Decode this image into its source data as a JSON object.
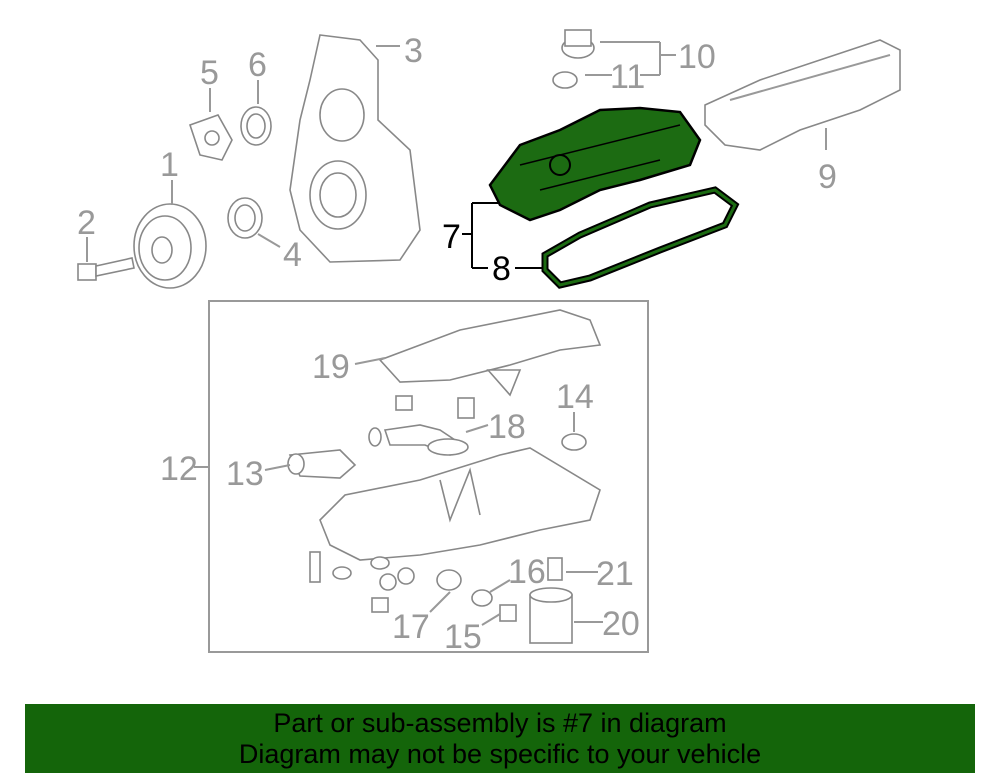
{
  "diagram": {
    "callouts": {
      "c1": "1",
      "c2": "2",
      "c3": "3",
      "c4": "4",
      "c5": "5",
      "c6": "6",
      "c7": "7",
      "c8": "8",
      "c9": "9",
      "c10": "10",
      "c11": "11",
      "c12": "12",
      "c13": "13",
      "c14": "14",
      "c15": "15",
      "c16": "16",
      "c17": "17",
      "c18": "18",
      "c19": "19",
      "c20": "20",
      "c21": "21"
    },
    "highlight_color": "#1c6b12"
  },
  "banner": {
    "line1": "Part or sub-assembly is #7 in diagram",
    "line2": "Diagram may not be specific to your vehicle",
    "color": "#14650a"
  }
}
